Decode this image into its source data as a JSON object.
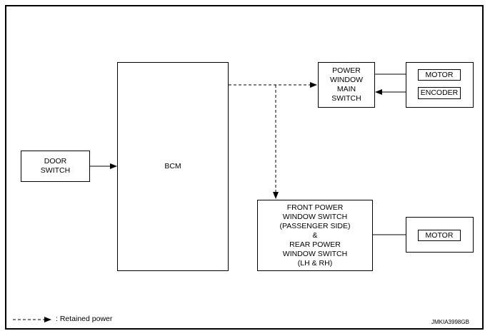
{
  "blocks": {
    "door_switch": "DOOR\nSWITCH",
    "bcm": "BCM",
    "main_switch": "POWER\nWINDOW\nMAIN\nSWITCH",
    "motor_top": "MOTOR",
    "encoder": "ENCODER",
    "front_rear_switch": "FRONT POWER\nWINDOW SWITCH\n(PASSENGER SIDE)\n&\nREAR POWER\nWINDOW SWITCH\n(LH & RH)",
    "motor_bottom": "MOTOR"
  },
  "legend": {
    "label": ": Retained power"
  },
  "figure_id": "JMKIA3998GB"
}
